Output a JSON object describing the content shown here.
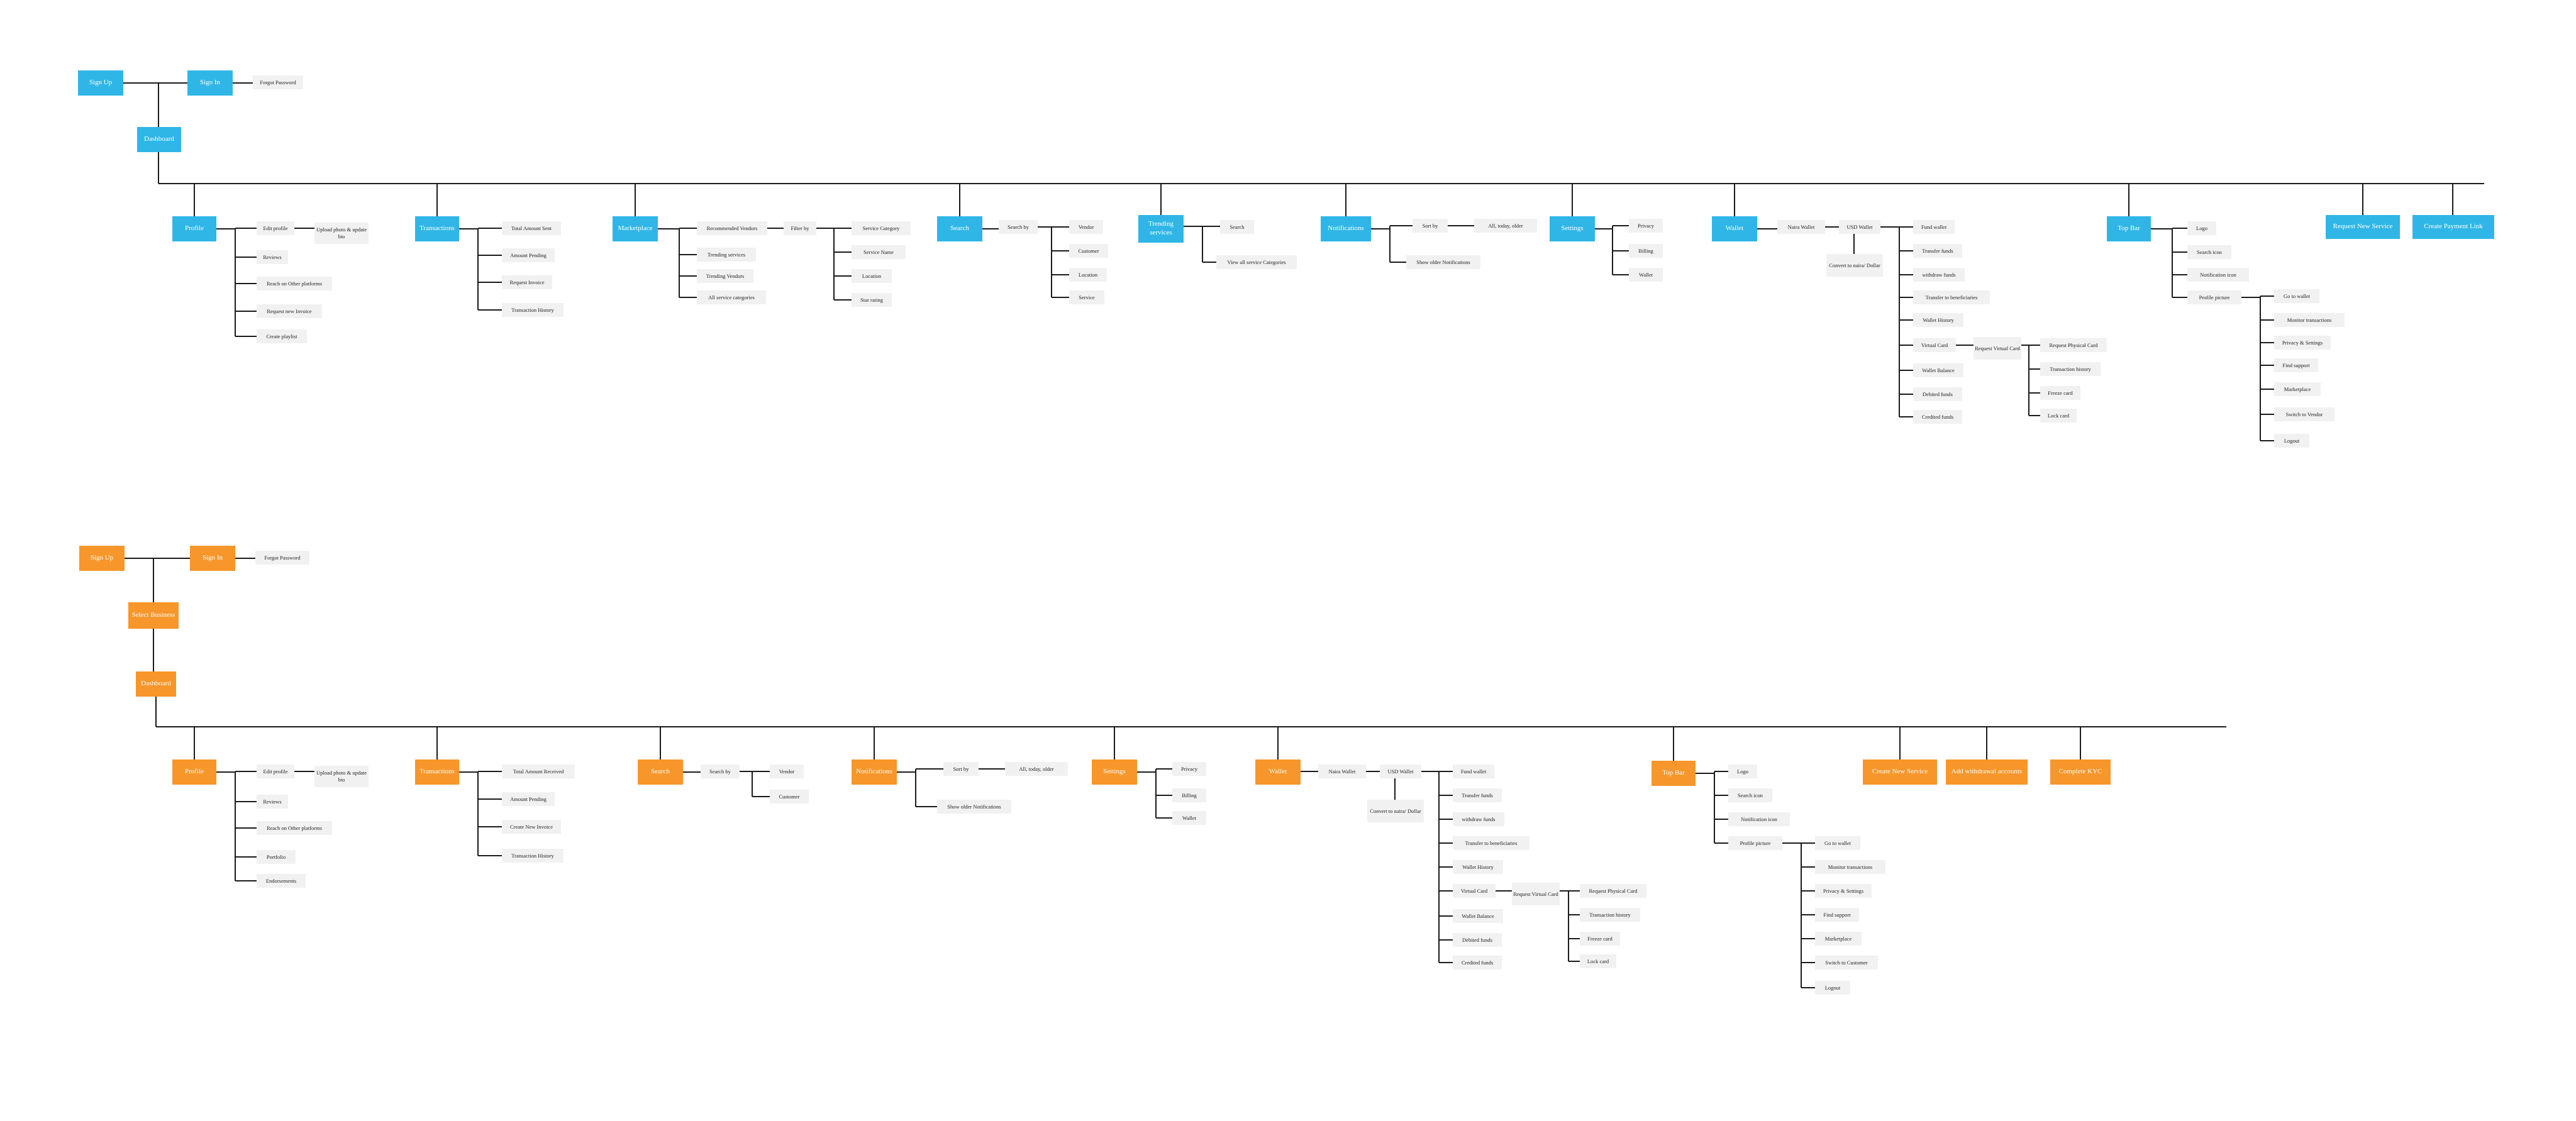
{
  "colors": {
    "blue": "#2fb6e6",
    "orange": "#f7962a",
    "leaf": "#f1f1f1",
    "line": "#1a1a1a"
  },
  "customer_flow": {
    "sign_up": "Sign Up",
    "sign_in": "Sign In",
    "forgot_password": "Forgot Password",
    "dashboard": "Dashboard",
    "profile": "Profile",
    "edit_profile": "Edit profile",
    "upload_photo": "Upload photo & update bio",
    "reviews": "Reviews",
    "reach_other_platforms": "Reach on Other platforms",
    "request_new_invoice": "Request new Invoice",
    "create_playlist": "Create playlist",
    "transactions": "Transactions",
    "total_amount_sent": "Total Amount Sent",
    "amount_pending": "Amount Pending",
    "request_invoice": "Request Invoice",
    "transaction_history": "Transaction History",
    "marketplace": "Marketplace",
    "recommended_vendors": "Recommended Vendors",
    "filter_by": "Filter by",
    "service_category": "Service Category",
    "service_name": "Service Name",
    "location": "Location",
    "star_rating": "Star rating",
    "trending_services": "Trending services",
    "trending_vendors": "Trending Vendors",
    "all_service_categories": "All service categories",
    "search": "Search",
    "search_by": "Search by",
    "vendor": "Vendor",
    "customer": "Customer",
    "service": "Service",
    "trending_services_tab": "Trending services",
    "view_all_service_categories": "View all service Categories",
    "notifications": "Notifications",
    "sort_by": "Sort by",
    "sort_options": "All, today, older",
    "show_older_notifications": "Show older Notifications",
    "settings": "Settings",
    "privacy": "Privacy",
    "billing": "Billing",
    "wallet": "Wallet",
    "naira_wallet": "Naira Wallet",
    "usd_wallet": "USD Wallet",
    "convert": "Convert to naira/ Dollar",
    "fund_wallet": "Fund wallet",
    "transfer_funds": "Transfer funds",
    "withdraw_funds": "withdraw funds",
    "transfer_to_beneficiaries": "Transfer to beneficiaries",
    "wallet_history": "Wallet History",
    "virtual_card": "Virtual Card",
    "request_virtual_card": "Request Virtual Card",
    "request_physical_card": "Request Physical Card",
    "transaction_history_card": "Transaction history",
    "freeze_card": "Freeze card",
    "lock_card": "Lock card",
    "wallet_balance": "Wallet Balance",
    "debited_funds": "Debited funds",
    "credited_funds": "Credited funds",
    "top_bar": "Top Bar",
    "logo": "Logo",
    "search_icon": "Search icon",
    "notification_icon": "Notification icon",
    "profile_picture": "Profile picture",
    "go_to_wallet": "Go to wallet",
    "monitor_transactions": "Monitor transactions",
    "privacy_settings": "Privacy & Settings",
    "find_support": "Find support",
    "marketplace_menu": "Marketplace",
    "switch_to_vendor": "Switch to Vendor",
    "logout": "Logout",
    "request_new_service": "Request New Service",
    "create_payment_link": "Create Payment Link"
  },
  "vendor_flow": {
    "sign_up": "Sign Up",
    "sign_in": "Sign In",
    "forgot_password": "Forgot Password",
    "select_business": "Select Business",
    "dashboard": "Dashboard",
    "profile": "Profile",
    "edit_profile": "Edit profile",
    "upload_photo": "Upload photo & update bio",
    "reviews": "Reviews",
    "reach_other_platforms": "Reach on Other platforms",
    "portfolio": "Portfolio",
    "endorsements": "Endorsements",
    "transactions": "Transactions",
    "total_amount_received": "Total Amount Received",
    "amount_pending": "Amount Pending",
    "create_new_invoice": "Create New Invoice",
    "transaction_history": "Transaction History",
    "search": "Search",
    "search_by": "Search by",
    "vendor": "Vendor",
    "customer": "Customer",
    "notifications": "Notifications",
    "sort_by": "Sort by",
    "sort_options": "All, today, older",
    "show_older_notifications": "Show older Notifications",
    "settings": "Settings",
    "privacy": "Privacy",
    "billing": "Billing",
    "wallet": "Wallet",
    "naira_wallet": "Naira Wallet",
    "usd_wallet": "USD Wallet",
    "convert": "Convert to naira/ Dollar",
    "fund_wallet": "Fund wallet",
    "transfer_funds": "Transfer funds",
    "withdraw_funds": "withdraw funds",
    "transfer_to_beneficiaries": "Transfer to beneficiaries",
    "wallet_history": "Wallet History",
    "virtual_card": "Virtual Card",
    "request_virtual_card": "Request Virtual Card",
    "request_physical_card": "Request Physical Card",
    "transaction_history_card": "Transaction history",
    "freeze_card": "Freeze card",
    "lock_card": "Lock card",
    "wallet_balance": "Wallet Balance",
    "debited_funds": "Debited funds",
    "credited_funds": "Credited funds",
    "top_bar": "Top Bar",
    "logo": "Logo",
    "search_icon": "Search icon",
    "notification_icon": "Notification icon",
    "profile_picture": "Profile picture",
    "go_to_wallet": "Go to wallet",
    "monitor_transactions": "Monitor transactions",
    "privacy_settings": "Privacy & Settings",
    "find_support": "Find support",
    "marketplace_menu": "Marketplace",
    "switch_to_customer": "Switch to Customer",
    "logout": "Logout",
    "create_new_service": "Create New Service",
    "add_withdrawal_accounts": "Add withdrawal accounts",
    "complete_kyc": "Complete KYC"
  }
}
